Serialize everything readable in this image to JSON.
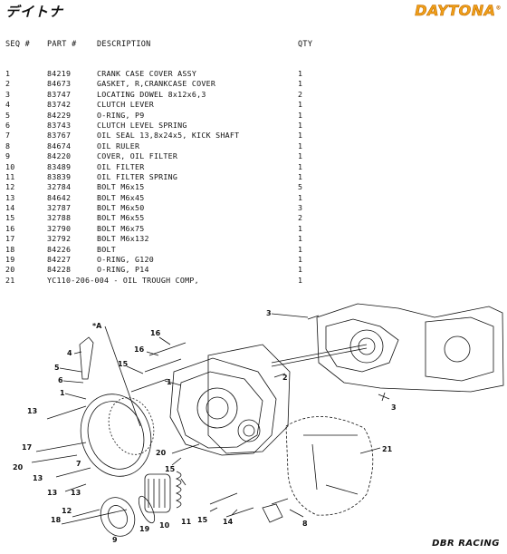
{
  "header": {
    "logo_left": "デイトナ",
    "logo_right": "DAYTONA",
    "logo_right_mark": "®"
  },
  "columns": {
    "seq": "SEQ #",
    "part": "PART #",
    "description": "DESCRIPTION",
    "qty": "QTY"
  },
  "parts": [
    {
      "seq": "1",
      "part": "84219",
      "description": "CRANK CASE COVER ASSY",
      "qty": "1"
    },
    {
      "seq": "2",
      "part": "84673",
      "description": "GASKET, R,CRANKCASE COVER",
      "qty": "1"
    },
    {
      "seq": "3",
      "part": "83747",
      "description": "LOCATING DOWEL 8x12x6,3",
      "qty": "2"
    },
    {
      "seq": "4",
      "part": "83742",
      "description": "CLUTCH LEVER",
      "qty": "1"
    },
    {
      "seq": "5",
      "part": "84229",
      "description": "O-RING, P9",
      "qty": "1"
    },
    {
      "seq": "6",
      "part": "83743",
      "description": "CLUTCH LEVEL SPRING",
      "qty": "1"
    },
    {
      "seq": "7",
      "part": "83767",
      "description": "OIL SEAL 13,8x24x5, KICK SHAFT",
      "qty": "1"
    },
    {
      "seq": "8",
      "part": "84674",
      "description": "OIL RULER",
      "qty": "1"
    },
    {
      "seq": "9",
      "part": "84220",
      "description": "COVER, OIL FILTER",
      "qty": "1"
    },
    {
      "seq": "10",
      "part": "83489",
      "description": "OIL FILTER",
      "qty": "1"
    },
    {
      "seq": "11",
      "part": "83839",
      "description": "OIL FILTER SPRING",
      "qty": "1"
    },
    {
      "seq": "12",
      "part": "32784",
      "description": "BOLT M6x15",
      "qty": "5"
    },
    {
      "seq": "13",
      "part": "84642",
      "description": "BOLT M6x45",
      "qty": "1"
    },
    {
      "seq": "14",
      "part": "32787",
      "description": "BOLT M6x50",
      "qty": "3"
    },
    {
      "seq": "15",
      "part": "32788",
      "description": "BOLT M6x55",
      "qty": "2"
    },
    {
      "seq": "16",
      "part": "32790",
      "description": "BOLT M6x75",
      "qty": "1"
    },
    {
      "seq": "17",
      "part": "32792",
      "description": "BOLT M6x132",
      "qty": "1"
    },
    {
      "seq": "18",
      "part": "84226",
      "description": "BOLT",
      "qty": "1"
    },
    {
      "seq": "19",
      "part": "84227",
      "description": "O-RING, G120",
      "qty": "1"
    },
    {
      "seq": "20",
      "part": "84228",
      "description": "O-RING, P14",
      "qty": "1"
    },
    {
      "seq": "21",
      "part": "YC110-206-004 - OIL TROUGH COMP,",
      "description": "",
      "qty": "1"
    }
  ],
  "diagram": {
    "callouts": {
      "c1": "1",
      "c1b": "1",
      "c2": "2",
      "c3a": "3",
      "c3b": "3",
      "c4": "4",
      "c5": "5",
      "c6": "6",
      "c7": "7",
      "c8": "8",
      "c9": "9",
      "c10": "10",
      "c11": "11",
      "c12": "12",
      "c13a": "13",
      "c13b": "13",
      "c13c": "13",
      "c13d": "13",
      "c14": "14",
      "c15a": "15",
      "c15b": "15",
      "c15c": "15",
      "c16a": "16",
      "c16b": "16",
      "c17": "17",
      "c18": "18",
      "c19": "19",
      "c20a": "20",
      "c20b": "20",
      "c21": "21",
      "cA": "*A"
    }
  },
  "footer": {
    "brand": "DBR RACING"
  }
}
